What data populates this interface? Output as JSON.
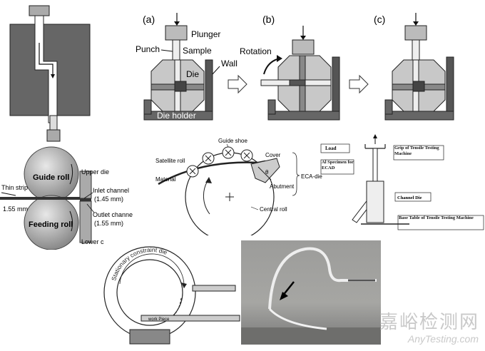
{
  "panel_labels": {
    "a": "(a)",
    "b": "(b)",
    "c": "(c)"
  },
  "ecap": {
    "plunger": "Plunger",
    "punch": "Punch",
    "sample": "Sample",
    "die": "Die",
    "wall": "Wall",
    "rotation": "Rotation",
    "die_holder": "Die holder"
  },
  "roll_ecap": {
    "guide_roll": "Guide roll",
    "feeding_roll": "Feeding roll",
    "upper_die": "Upper die",
    "thin_strip": "Thin strip",
    "inlet_channel": "Inlet channel",
    "inlet_size": "(1.45 mm)",
    "thickness": "1.55 mm",
    "outlet_channel": "Outlet channe",
    "outlet_size": "(1.55 mm)",
    "lower_die": "Lower c"
  },
  "cone": {
    "guide_shoe": "Guide shoe",
    "satellite_roll": "Satellite roll",
    "cover": "Cover",
    "material": "Material",
    "ecadie": "ECA-die",
    "abutment": "Abutment",
    "central_roll": "Central roll",
    "theta": "θ"
  },
  "tensile": {
    "load": "Load",
    "grip": "Grip of Tensile Testing Machine",
    "specimen": "Al Specimen for ECAD",
    "channel_die": "Channel Die",
    "base_table": "Base Table of Tensile Testing Machine"
  },
  "ring": {
    "stationary": "Stationary constraint die",
    "workpiece": "work Piece"
  },
  "watermark": {
    "cn": "嘉峪检测网",
    "en": "AnyTesting.com"
  },
  "colors": {
    "dark_gray": "#555555",
    "light_gray": "#bdbdbd",
    "photo_bg": "#9a9a98"
  }
}
